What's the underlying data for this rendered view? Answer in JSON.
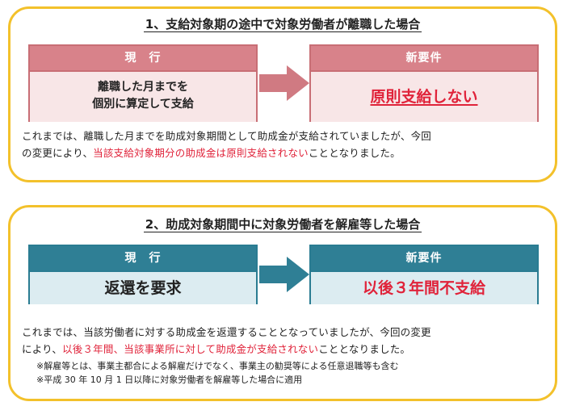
{
  "section1": {
    "title": "1、支給対象期の途中で対象労働者が離職した場合",
    "current_header": "現　行",
    "current_body_line1": "離職した月までを",
    "current_body_line2": "個別に算定して支給",
    "new_header": "新要件",
    "new_body": "原則支給しない",
    "para_part1": "これまでは、離職した月までを助成対象期間として助成金が支給されていましたが、今回",
    "para_part2": "の変更により、",
    "para_red": "当該支給対象期分の助成金は原則支給されない",
    "para_part3": "こととなりました。"
  },
  "section2": {
    "title": "2、助成対象期間中に対象労働者を解雇等した場合",
    "current_header": "現　行",
    "current_body": "返還を要求",
    "new_header": "新要件",
    "new_body": "以後３年間不支給",
    "para_part1": "これまでは、当該労働者に対する助成金を返還することとなっていましたが、今回の変更",
    "para_part2": "により、",
    "para_red": "以後３年間、当該事業所に対して助成金が支給されない",
    "para_part3": "こととなりました。",
    "note1": "※解雇等とは、事業主都合による解雇だけでなく、事業主の勧奨等による任意退職等も含む",
    "note2": "※平成 30 年 10 月 1 日以降に対象労働者を解雇等した場合に適用"
  },
  "colors": {
    "border": "#f3c12b",
    "red": "#e0233a",
    "pink_header": "#d8828a",
    "pink_body": "#f8e6e7",
    "teal_header": "#2f7f95",
    "teal_body": "#dcecf1"
  }
}
